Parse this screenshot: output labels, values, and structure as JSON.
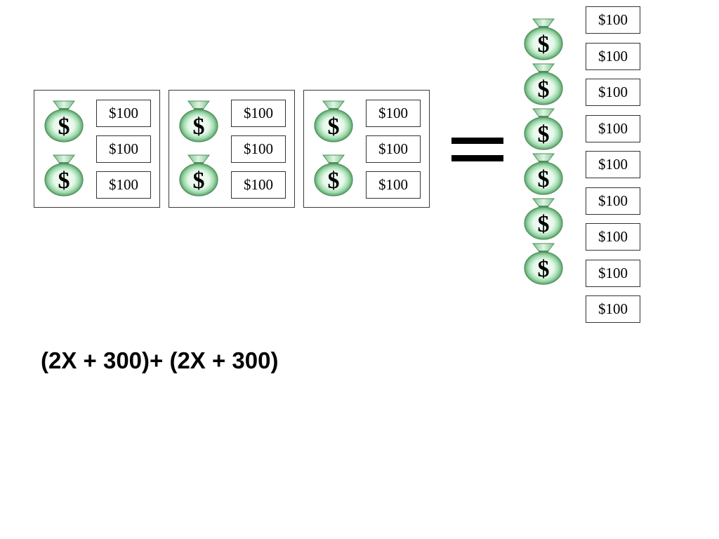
{
  "diagram": {
    "bill_label": "$100",
    "bag_symbol": "$",
    "groups": [
      {
        "bags": 2,
        "bills": 3
      },
      {
        "bags": 2,
        "bills": 3
      },
      {
        "bags": 2,
        "bills": 3
      }
    ],
    "result": {
      "bags": 6,
      "bills": 9
    },
    "equals_sign": "=",
    "expression": "(2X + 300)+ (2X + 300)"
  },
  "colors": {
    "bag_fill": "#9fdcad",
    "bag_edge": "#4f8f5c",
    "bag_highlight": "#f4fff6",
    "text": "#000000",
    "border": "#333333"
  },
  "icons": {
    "bag": "money-bag-icon"
  }
}
